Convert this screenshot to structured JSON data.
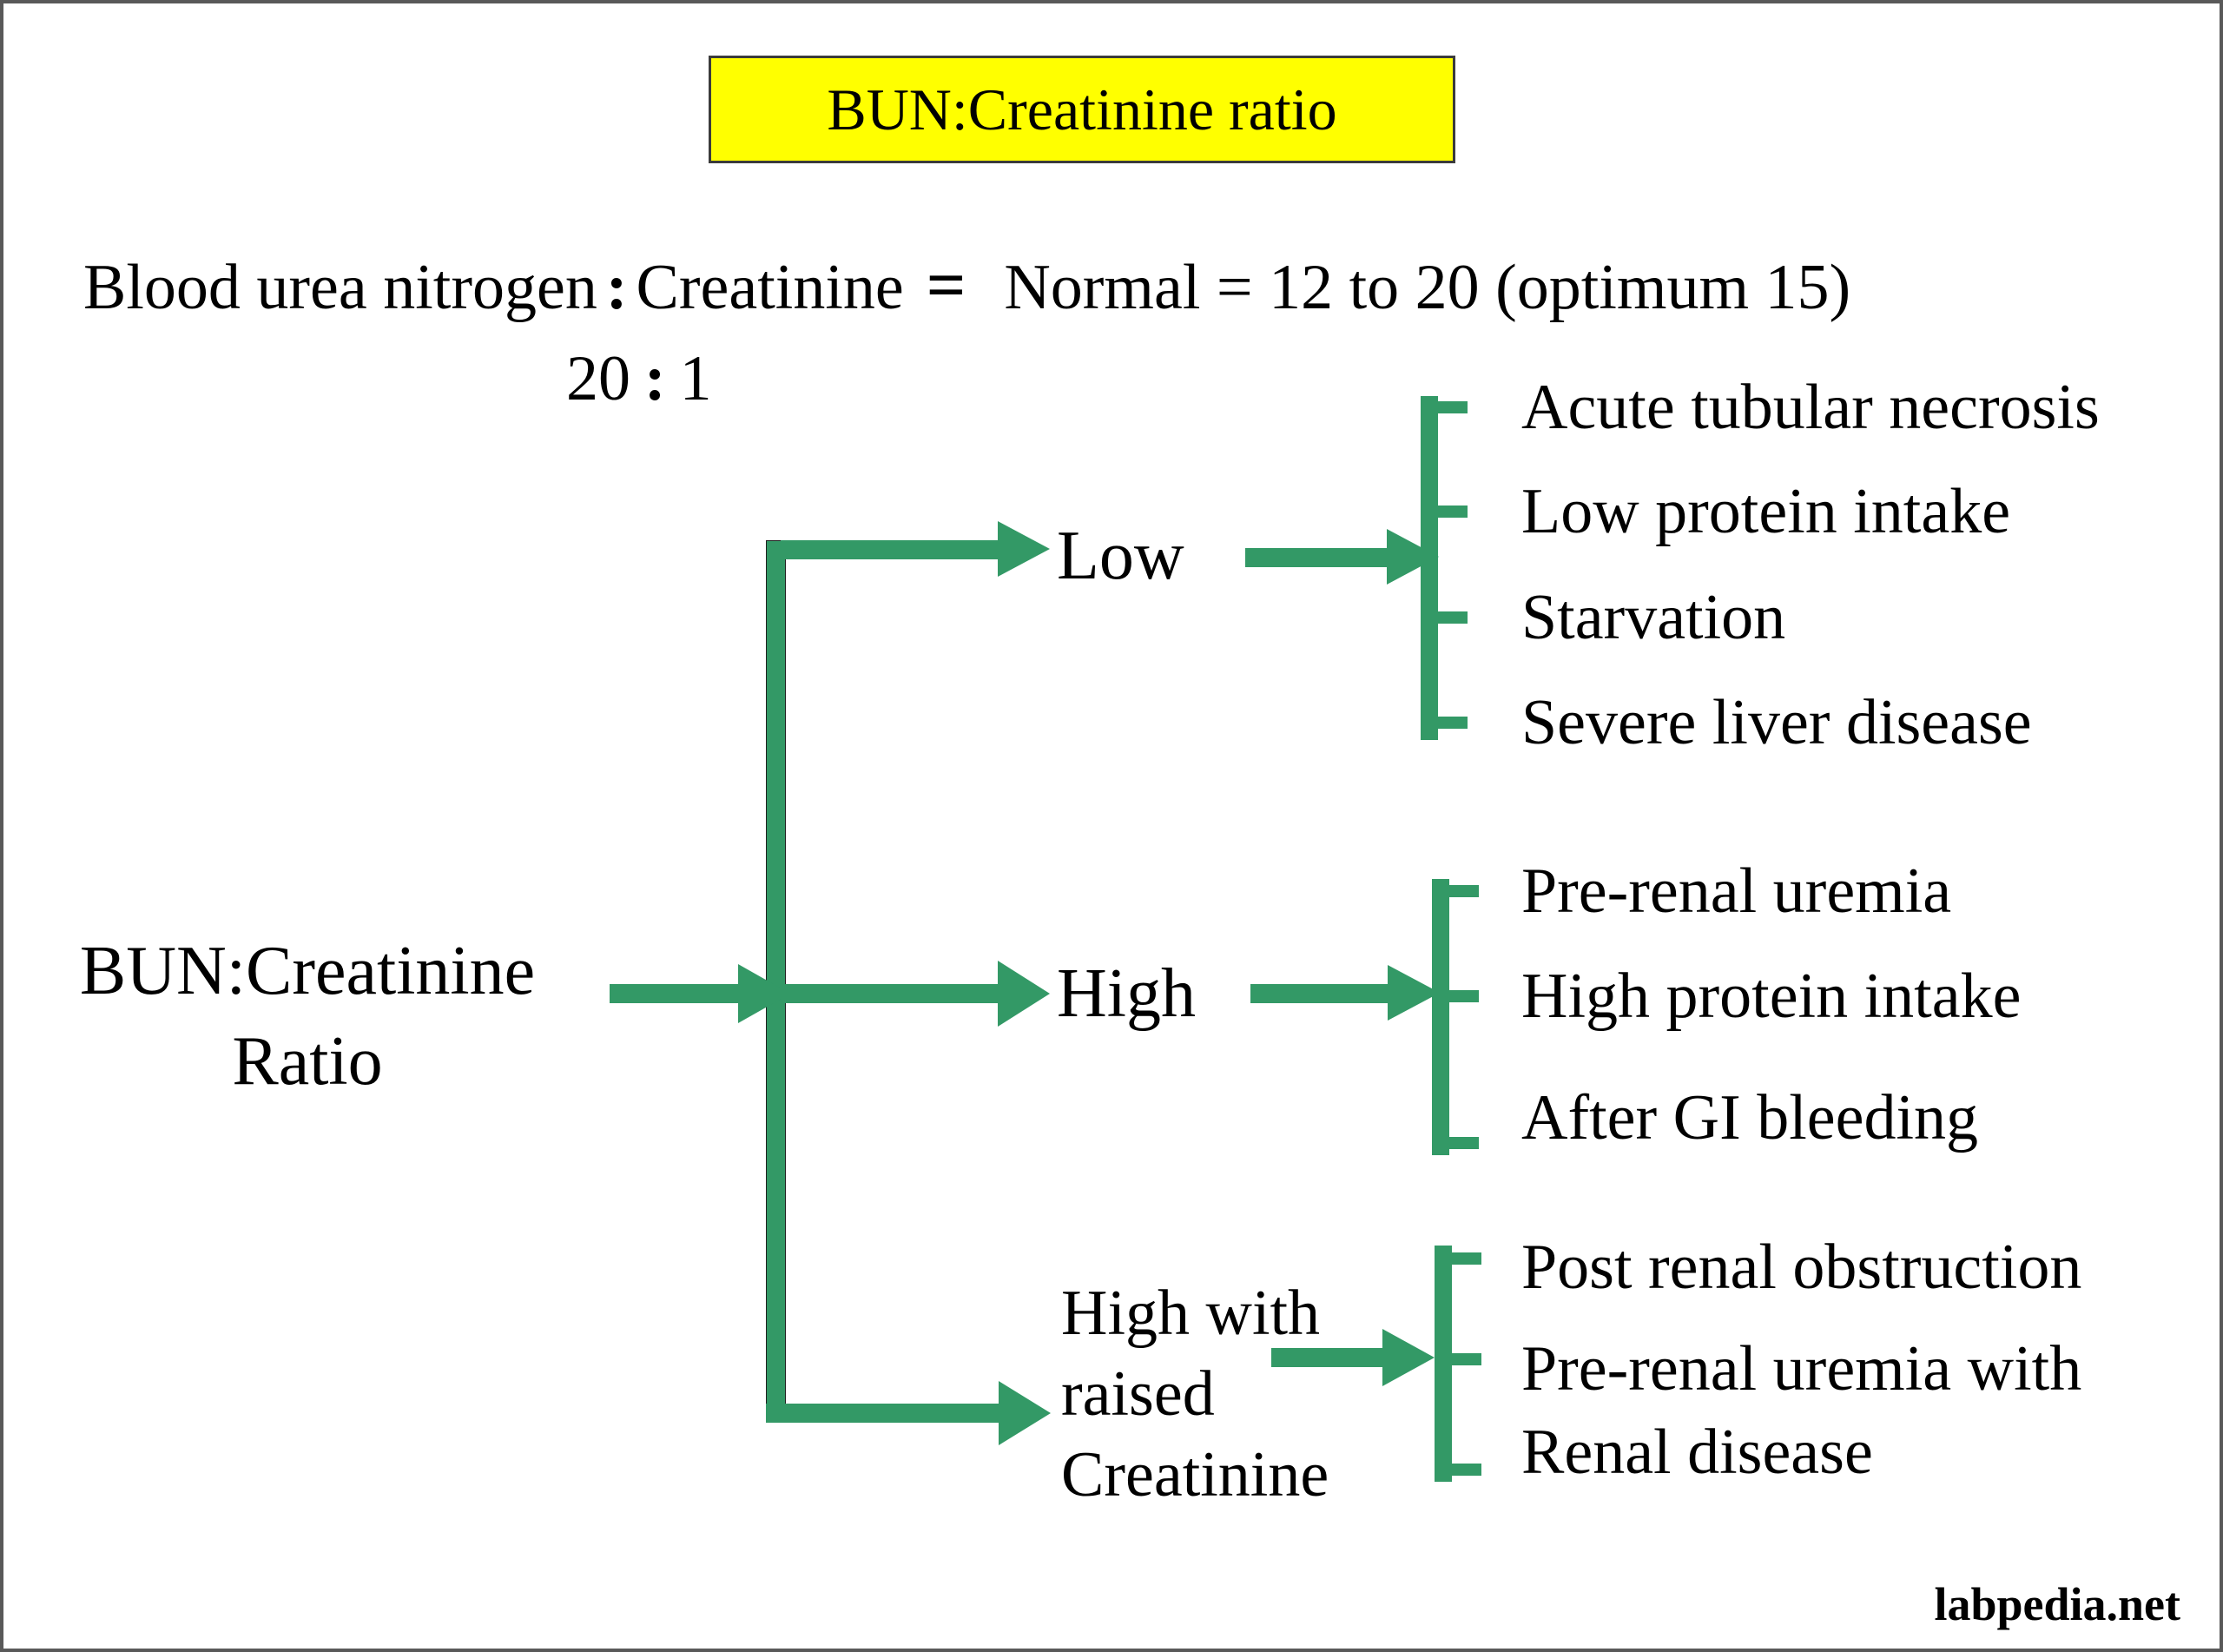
{
  "title": "BUN:Creatinine ratio",
  "formula": {
    "left": "Blood urea nitrogen",
    "colon": ":",
    "right": "Creatinine",
    "equals": "=",
    "normal": "Normal = 12 to 20 (optimum 15)",
    "ratio_numerator": "20",
    "ratio_colon": ":",
    "ratio_denominator": "1"
  },
  "root_label": {
    "line1": "BUN:Creatinine",
    "line2": "Ratio"
  },
  "branches": [
    {
      "label_lines": [
        "Low"
      ],
      "items": [
        "Acute tubular necrosis",
        "Low protein intake",
        "Starvation",
        "Severe liver disease"
      ]
    },
    {
      "label_lines": [
        "High"
      ],
      "items": [
        "Pre-renal uremia",
        "High protein intake",
        "After GI bleeding"
      ]
    },
    {
      "label_lines": [
        "High with",
        "raised",
        "Creatinine"
      ],
      "items": [
        "Post renal obstruction",
        "Pre-renal uremia with Renal disease"
      ]
    }
  ],
  "footer": "labpedia.net",
  "colors": {
    "arrow_green": "#339966",
    "title_highlight": "#ffff00",
    "text": "#000000",
    "page_border": "#595959"
  }
}
